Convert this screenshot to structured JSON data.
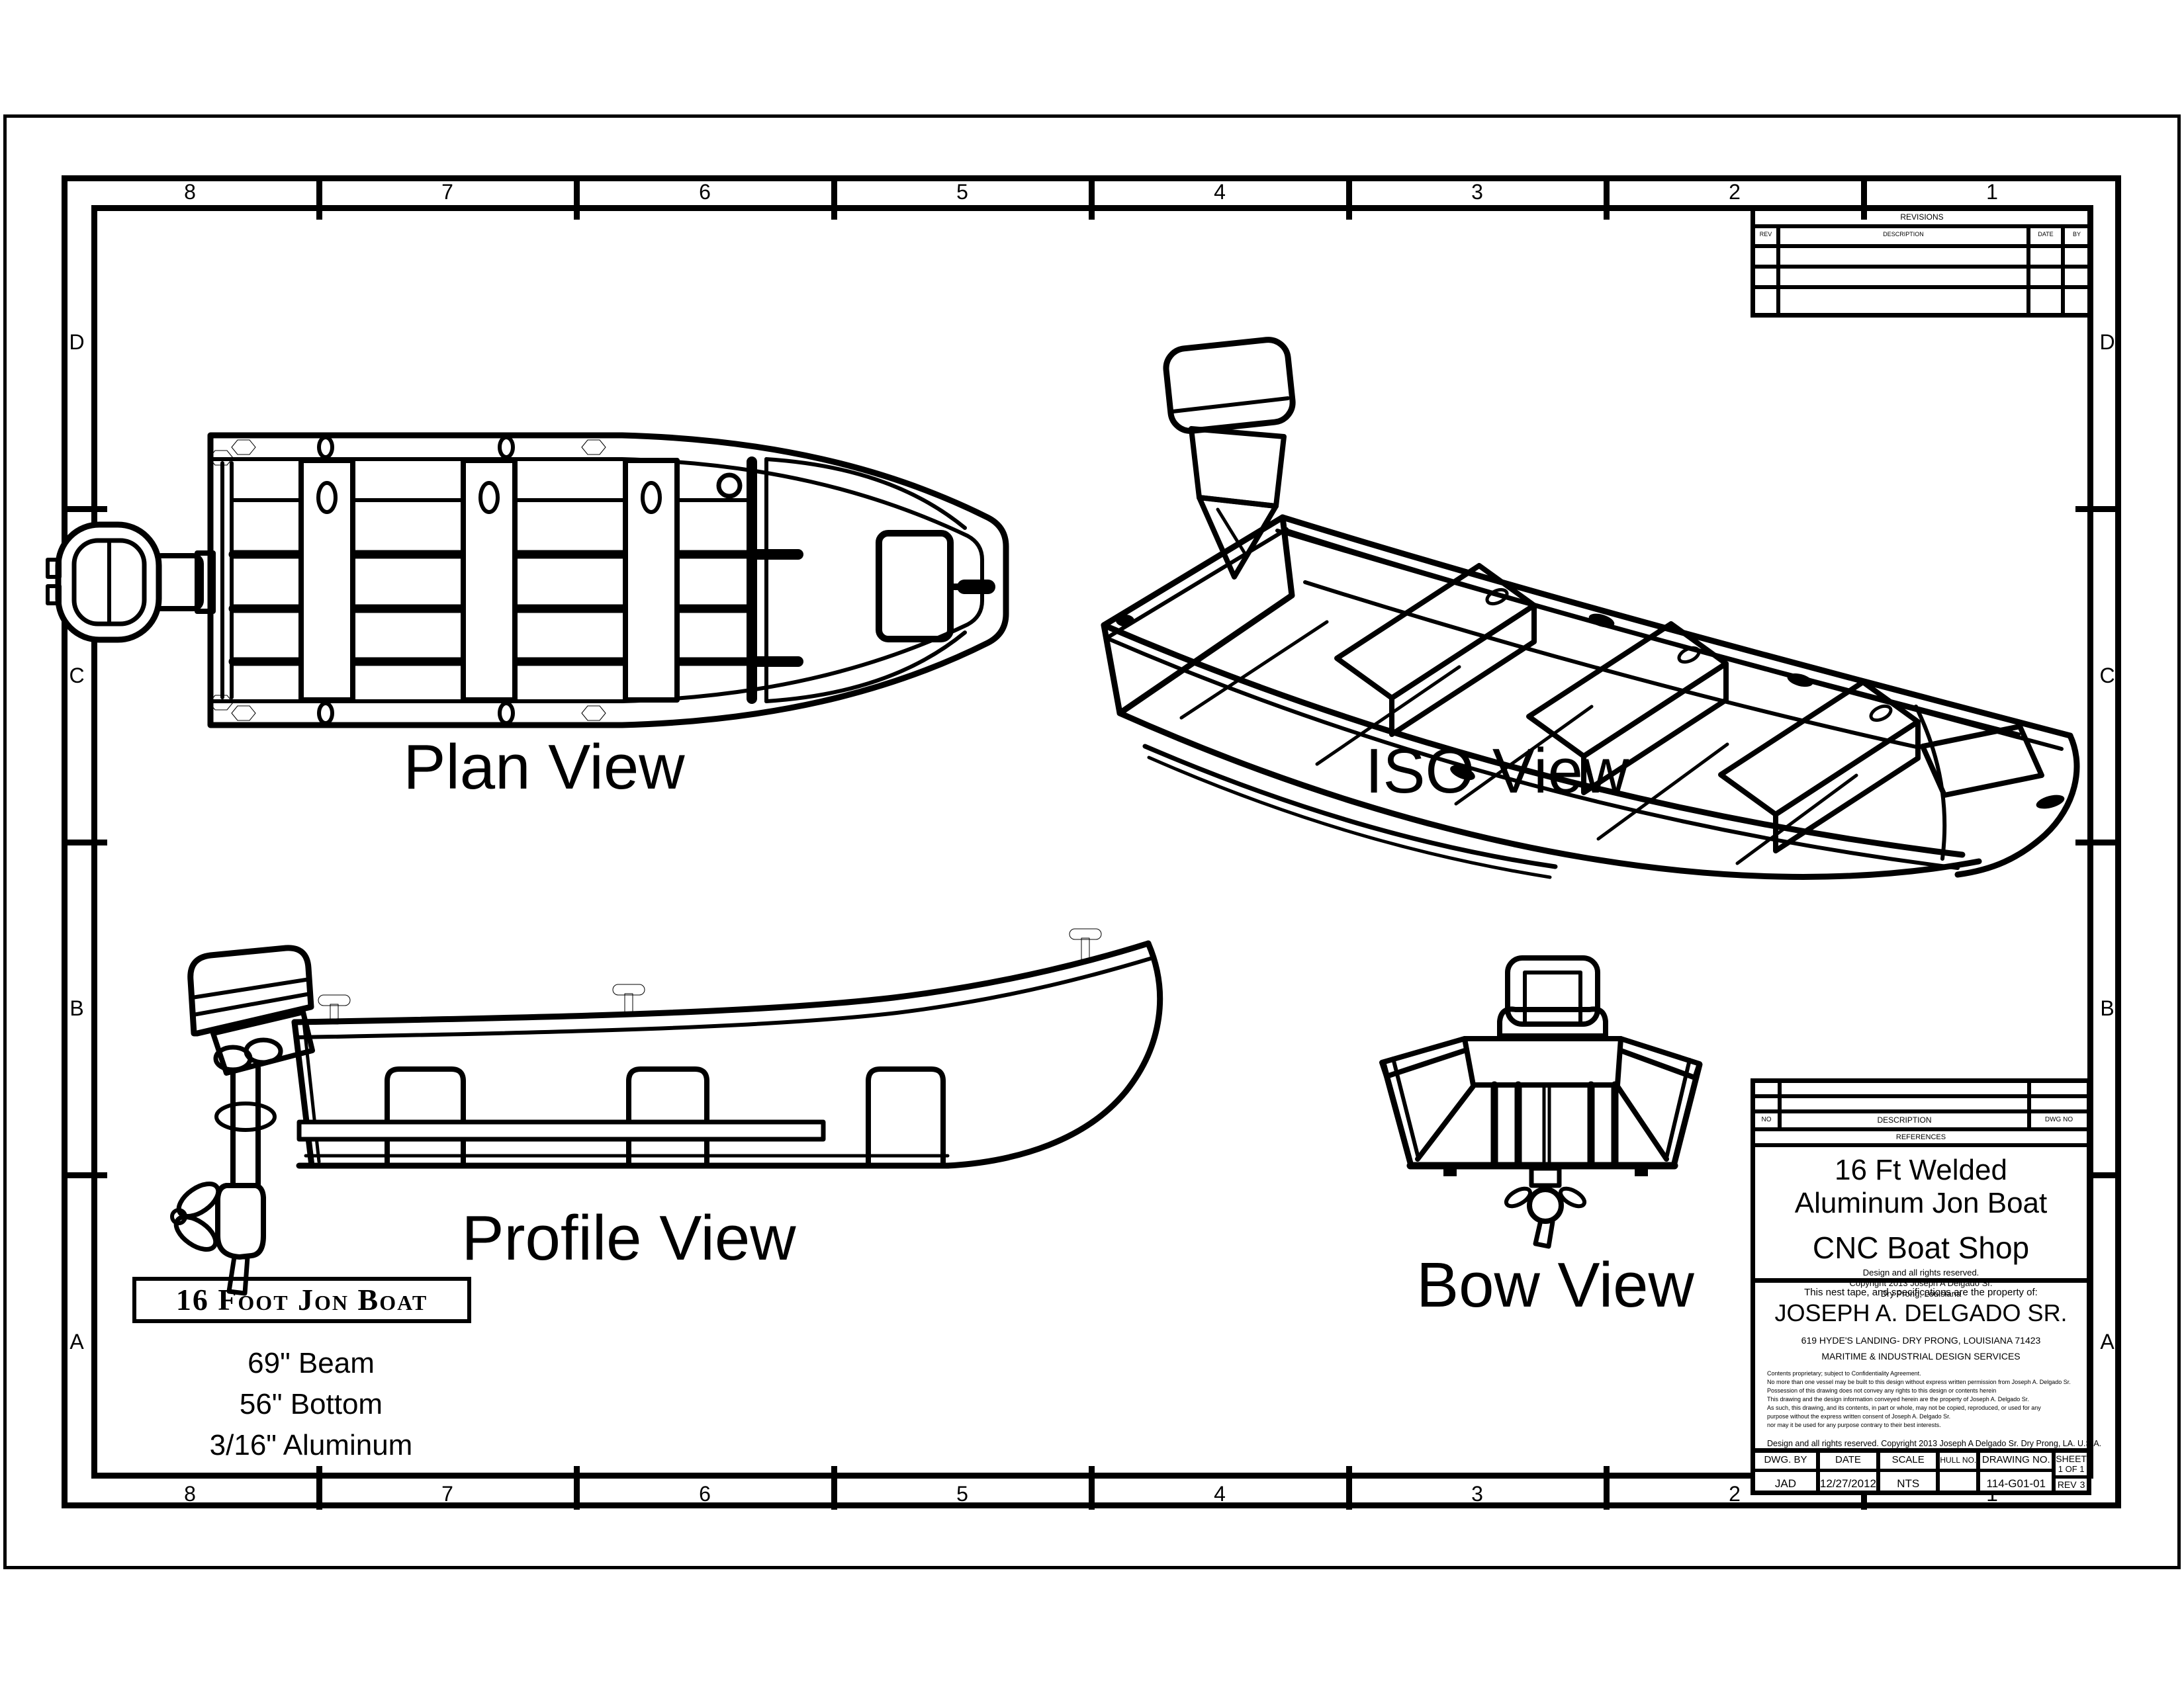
{
  "page": {
    "bg": "#ffffff",
    "line_color": "#000000"
  },
  "zones": {
    "cols": [
      "8",
      "7",
      "6",
      "5",
      "4",
      "3",
      "2",
      "1"
    ],
    "rows": [
      "D",
      "C",
      "B",
      "A"
    ]
  },
  "views": {
    "plan": "Plan View",
    "iso": "ISO View",
    "profile": "Profile View",
    "bow": "Bow View"
  },
  "spec_box": {
    "title": "16 Foot Jon Boat",
    "lines": [
      "69\" Beam",
      "56\" Bottom",
      "3/16\" Aluminum"
    ]
  },
  "revisions_table": {
    "title": "REVISIONS",
    "headers": {
      "rev": "REV",
      "description": "DESCRIPTION",
      "date": "DATE",
      "by": "BY"
    }
  },
  "references_table": {
    "headers": {
      "no": "NO",
      "description": "DESCRIPTION",
      "dwg_no": "DWG NO"
    },
    "title": "REFERENCES"
  },
  "title_block": {
    "product_line1": "16 Ft Welded",
    "product_line2": "Aluminum Jon Boat",
    "company": "CNC Boat Shop",
    "rights": "Design and all rights reserved.",
    "copyright": "Copyright 2013 Joseph A Delgado Sr.",
    "location": "Dry Prong, Louisiana",
    "property_note": "This nest tape, and specifications are the property of:",
    "owner": "JOSEPH A. DELGADO SR.",
    "address": "619 HYDE'S LANDING- DRY PRONG, LOUISIANA 71423",
    "services": "MARITIME & INDUSTRIAL DESIGN SERVICES",
    "legal": [
      "Contents proprietary; subject to Confidentiality Agreement.",
      "No more than one vessel may be built to this design without express written permission from Joseph A. Delgado Sr.",
      "Possession of this drawing does not convey any rights to this design or contents herein",
      "This drawing and the design information conveyed herein are the property of Joseph A. Delgado Sr.",
      "As such, this drawing, and its contents, in part or whole, may not be copied, reproduced, or used for any",
      "purpose without the express written consent of Joseph A. Delgado Sr.",
      "nor may it be used for any purpose contrary to their best interests."
    ],
    "footer_copyright": "Design and all rights reserved. Copyright 2013 Joseph A Delgado Sr. Dry Prong, LA. U.S.A.",
    "fields": {
      "dwg_by_label": "DWG. BY",
      "dwg_by": "JAD",
      "date_label": "DATE",
      "date": "12/27/2012",
      "scale_label": "SCALE",
      "scale": "NTS",
      "hull_no_label": "HULL NO.",
      "hull_no": "",
      "drawing_no_label": "DRAWING NO.",
      "drawing_no": "114-G01-01",
      "sheet_label": "SHEET",
      "sheet": "1 OF 1",
      "rev_label": "REV",
      "rev": "3"
    }
  }
}
